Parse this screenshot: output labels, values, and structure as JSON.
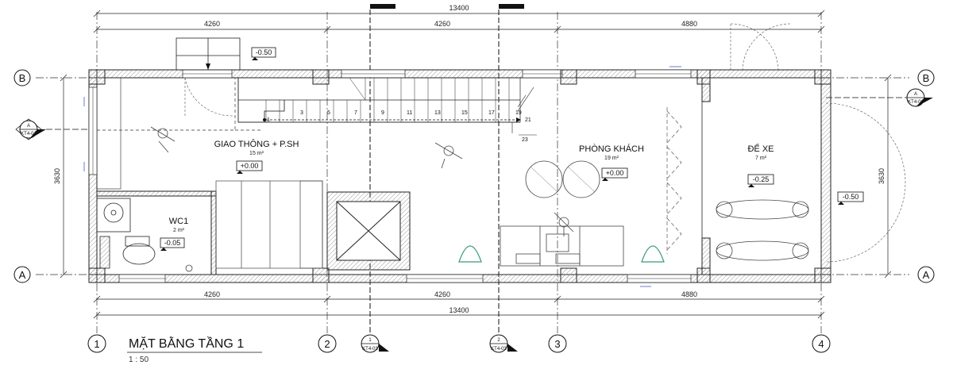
{
  "drawing": {
    "title": "MẶT BẰNG TẦNG 1",
    "scale": "1 : 50"
  },
  "dimensions": {
    "total": "13400",
    "bays": [
      "4260",
      "4260",
      "4880"
    ],
    "depth": "3630"
  },
  "grid_axes": {
    "numbered": [
      "1",
      "2",
      "3",
      "4"
    ],
    "lettered": [
      "A",
      "B"
    ]
  },
  "rooms": [
    {
      "name": "GIAO THÔNG + P.SH",
      "area": "15 m²",
      "level": "+0.00"
    },
    {
      "name": "PHÒNG KHÁCH",
      "area": "19 m²",
      "level": "+0.00"
    },
    {
      "name": "ĐỂ XE",
      "area": "7 m²",
      "level": "-0.25"
    },
    {
      "name": "WC1",
      "area": "2 m²",
      "level": "-0.05"
    }
  ],
  "levels": {
    "entry_rear": "-0.50",
    "entry_front": "-0.50"
  },
  "section_tags": {
    "a_label": "A",
    "a_sheet": "KT4-01",
    "s1_label": "1",
    "s2_label": "2",
    "s_sheet": "KT4-03"
  },
  "stair_steps": [
    "1",
    "3",
    "5",
    "7",
    "9",
    "11",
    "13",
    "15",
    "17",
    "19",
    "21",
    "23"
  ]
}
